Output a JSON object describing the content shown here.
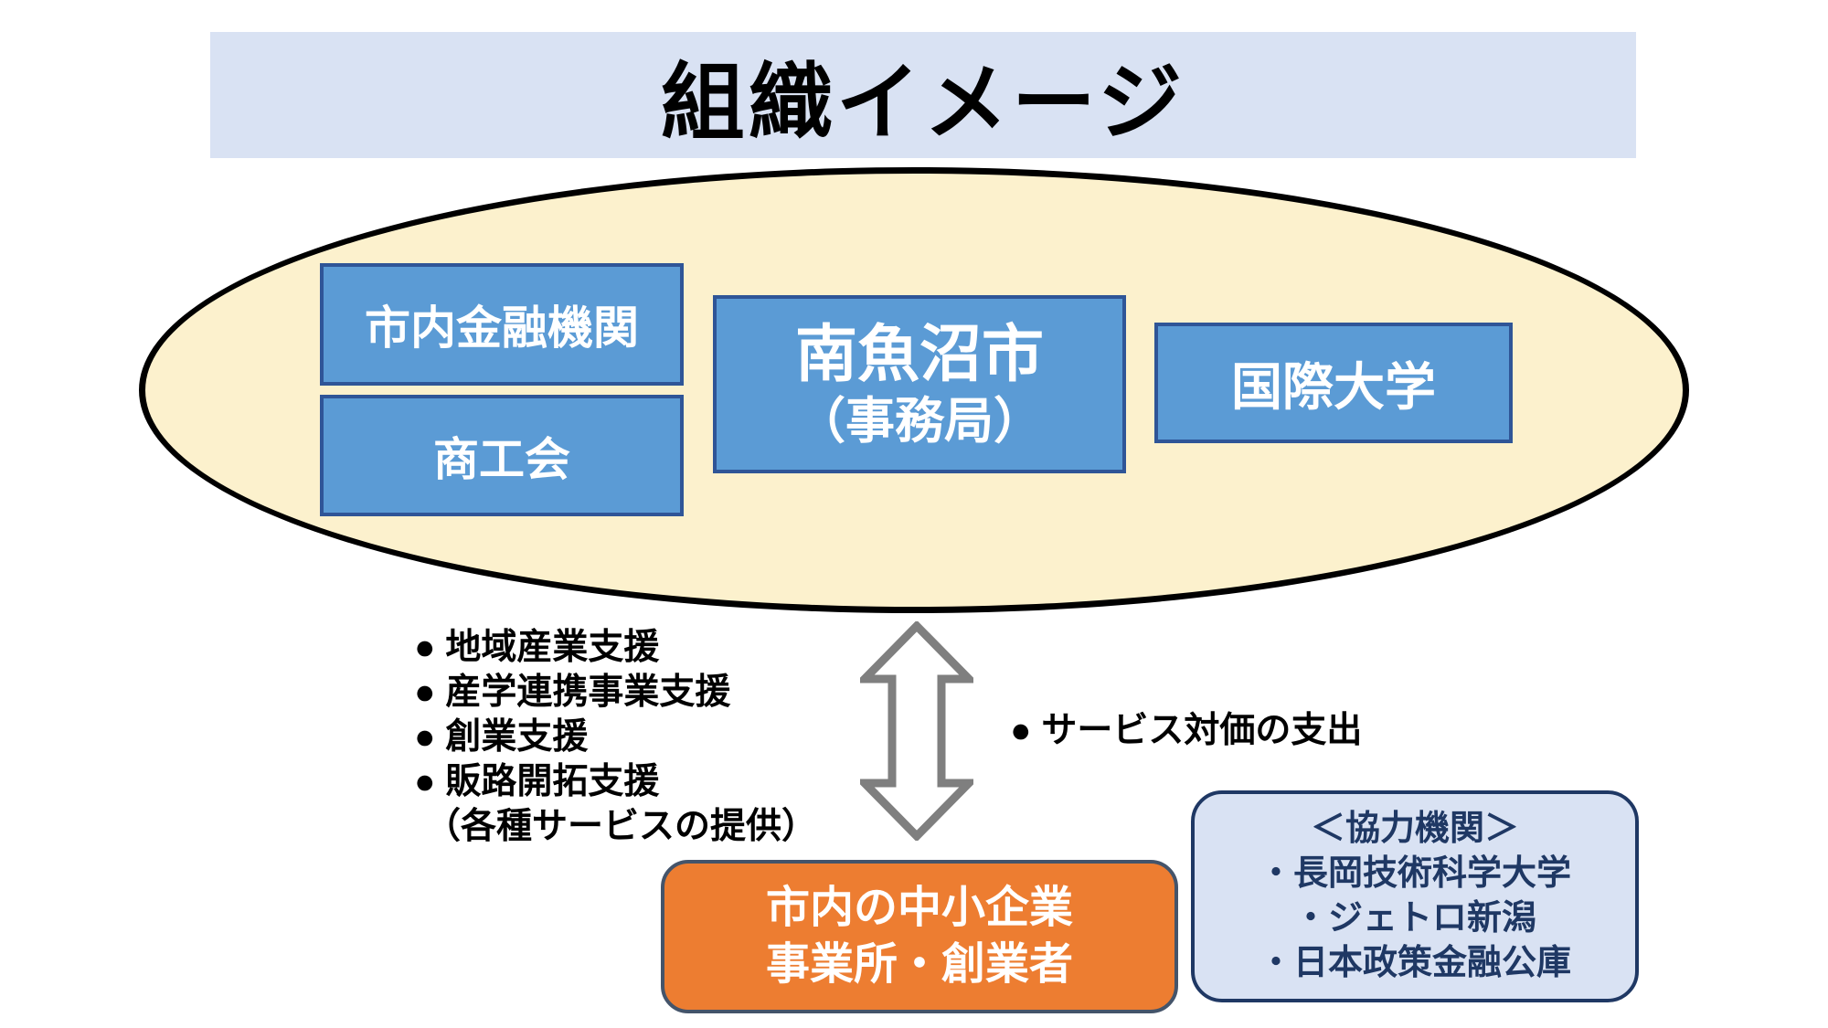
{
  "title": {
    "label": "組織イメージ"
  },
  "ellipse_group": {
    "boxes": {
      "finance": {
        "label": "市内金融機関"
      },
      "shokokai": {
        "label": "商工会"
      },
      "city": {
        "line1": "南魚沼市",
        "line2": "（事務局）"
      },
      "university": {
        "label": "国際大学"
      }
    }
  },
  "services": {
    "items": [
      "● 地域産業支援",
      "● 産学連携事業支援",
      "● 創業支援",
      "● 販路開拓支援",
      "（各種サービスの提供）"
    ]
  },
  "payment": {
    "label": "● サービス対価の支出"
  },
  "sme_box": {
    "line1": "市内の中小企業",
    "line2": "事業所・創業者"
  },
  "partners_box": {
    "title": "＜協力機関＞",
    "items": [
      "・長岡技術科学大学",
      "・ジェトロ新潟",
      "・日本政策金融公庫"
    ]
  },
  "colors": {
    "title_bar_bg": "#D9E2F3",
    "ellipse_fill": "#FCF1CD",
    "ellipse_border": "#000000",
    "member_box_fill": "#5B9BD5",
    "member_box_border": "#2F5597",
    "member_box_text": "#FFFFFF",
    "arrow_stroke": "#7F7F7F",
    "arrow_fill": "#FFFFFF",
    "sme_box_fill": "#ED7D31",
    "sme_box_border": "#44546A",
    "partners_box_fill": "#D9E2F3",
    "partners_box_border": "#1F3864",
    "partners_text": "#1F3864",
    "body_text": "#000000"
  }
}
